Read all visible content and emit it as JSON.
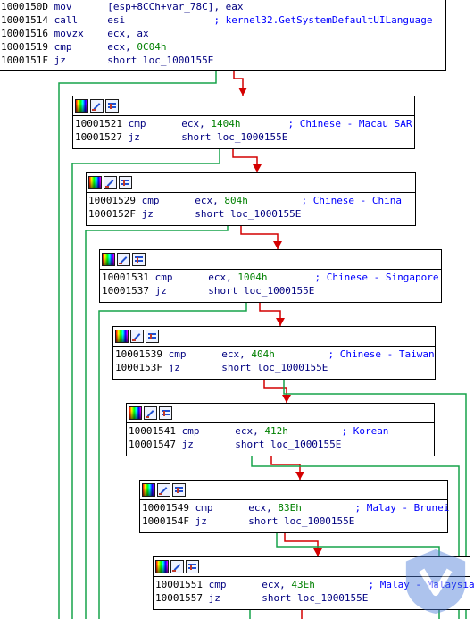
{
  "palette": {
    "edge_true": "#d40000",
    "edge_false": "#16a34a",
    "edge_flow": "#1a46d8",
    "address": "#000000",
    "mnemonic": "#000080",
    "hex_operand": "#008000",
    "comment": "#0000ff"
  },
  "top_block": {
    "lines": [
      {
        "addr": "1000150D",
        "mnem": "mov",
        "op1": "[esp+8CCh+var_78C]",
        "op2": ", eax",
        "cmt": ""
      },
      {
        "addr": "10001514",
        "mnem": "call",
        "op1": "esi",
        "op2": "",
        "cmt": "; kernel32.GetSystemDefaultUILanguage"
      },
      {
        "addr": "10001516",
        "mnem": "movzx",
        "op1": "ecx, ax",
        "op2": "",
        "cmt": ""
      },
      {
        "addr": "10001519",
        "mnem": "cmp",
        "op1": "ecx, ",
        "op2": "0C04h",
        "cmt": ""
      },
      {
        "addr": "1000151F",
        "mnem": "jz",
        "op1": "short loc_1000155E",
        "op2": "",
        "cmt": ""
      }
    ]
  },
  "nodes": [
    {
      "header_icons": [
        "color-icon",
        "rename-icon",
        "graph-icon"
      ],
      "lines": [
        {
          "addr": "10001521",
          "mnem": "cmp",
          "op1": "ecx, ",
          "op2": "1404h",
          "cmt": "; Chinese - Macau SAR"
        },
        {
          "addr": "10001527",
          "mnem": "jz",
          "op1": "short loc_1000155E",
          "op2": "",
          "cmt": ""
        }
      ]
    },
    {
      "header_icons": [
        "color-icon",
        "rename-icon",
        "graph-icon"
      ],
      "lines": [
        {
          "addr": "10001529",
          "mnem": "cmp",
          "op1": "ecx, ",
          "op2": "804h",
          "cmt": "; Chinese - China"
        },
        {
          "addr": "1000152F",
          "mnem": "jz",
          "op1": "short loc_1000155E",
          "op2": "",
          "cmt": ""
        }
      ]
    },
    {
      "header_icons": [
        "color-icon",
        "rename-icon",
        "graph-icon"
      ],
      "lines": [
        {
          "addr": "10001531",
          "mnem": "cmp",
          "op1": "ecx, ",
          "op2": "1004h",
          "cmt": "; Chinese - Singapore"
        },
        {
          "addr": "10001537",
          "mnem": "jz",
          "op1": "short loc_1000155E",
          "op2": "",
          "cmt": ""
        }
      ]
    },
    {
      "header_icons": [
        "color-icon",
        "rename-icon",
        "graph-icon"
      ],
      "lines": [
        {
          "addr": "10001539",
          "mnem": "cmp",
          "op1": "ecx, ",
          "op2": "404h",
          "cmt": "; Chinese - Taiwan"
        },
        {
          "addr": "1000153F",
          "mnem": "jz",
          "op1": "short loc_1000155E",
          "op2": "",
          "cmt": ""
        }
      ]
    },
    {
      "header_icons": [
        "color-icon",
        "rename-icon",
        "graph-icon"
      ],
      "lines": [
        {
          "addr": "10001541",
          "mnem": "cmp",
          "op1": "ecx, ",
          "op2": "412h",
          "cmt": "; Korean"
        },
        {
          "addr": "10001547",
          "mnem": "jz",
          "op1": "short loc_1000155E",
          "op2": "",
          "cmt": ""
        }
      ]
    },
    {
      "header_icons": [
        "color-icon",
        "rename-icon",
        "graph-icon"
      ],
      "lines": [
        {
          "addr": "10001549",
          "mnem": "cmp",
          "op1": "ecx, ",
          "op2": "83Eh",
          "cmt": "; Malay - Brunei"
        },
        {
          "addr": "1000154F",
          "mnem": "jz",
          "op1": "short loc_1000155E",
          "op2": "",
          "cmt": ""
        }
      ]
    },
    {
      "header_icons": [
        "color-icon",
        "rename-icon",
        "graph-icon"
      ],
      "lines": [
        {
          "addr": "10001551",
          "mnem": "cmp",
          "op1": "ecx, ",
          "op2": "43Eh",
          "cmt": "; Malay - Malaysia"
        },
        {
          "addr": "10001557",
          "mnem": "jz",
          "op1": "short loc_1000155E",
          "op2": "",
          "cmt": ""
        }
      ]
    }
  ],
  "watermark": {
    "icon": "watermark-logo-icon"
  }
}
